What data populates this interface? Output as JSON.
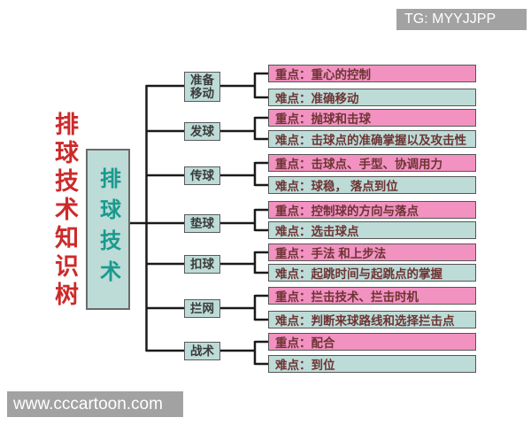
{
  "title": "排球技术知识树",
  "root": "排球技术",
  "tree": {
    "branches": [
      {
        "label": "准备移动",
        "key": "重点：重心的控制",
        "difficulty": "难点：准确移动"
      },
      {
        "label": "发球",
        "key": "重点：抛球和击球",
        "difficulty": "难点：击球点的准确掌握以及攻击性"
      },
      {
        "label": "传球",
        "key": "重点：击球点、手型、协调用力",
        "difficulty": "难点：球稳， 落点到位"
      },
      {
        "label": "垫球",
        "key": "重点：控制球的方向与落点",
        "difficulty": "难点：选击球点"
      },
      {
        "label": "扣球",
        "key": "重点：手法 和上步法",
        "difficulty": "难点：起跳时间与起跳点的掌握"
      },
      {
        "label": "拦网",
        "key": "重点：拦击技术、拦击时机",
        "difficulty": "难点：判断来球路线和选择拦击点"
      },
      {
        "label": "战术",
        "key": "重点：配合",
        "difficulty": "难点：到位"
      }
    ]
  },
  "watermarks": {
    "tg": "TG: MYYJJPP",
    "site": "www.cccartoon.com"
  },
  "colors": {
    "key_box_pink": "#f192c1",
    "difficulty_box_teal": "#bddbd7",
    "title_red": "#cc2a2a",
    "root_text_teal": "#1a9a8e",
    "line_black": "#1a1a1a",
    "watermark_gray": "#a2a2a2"
  }
}
